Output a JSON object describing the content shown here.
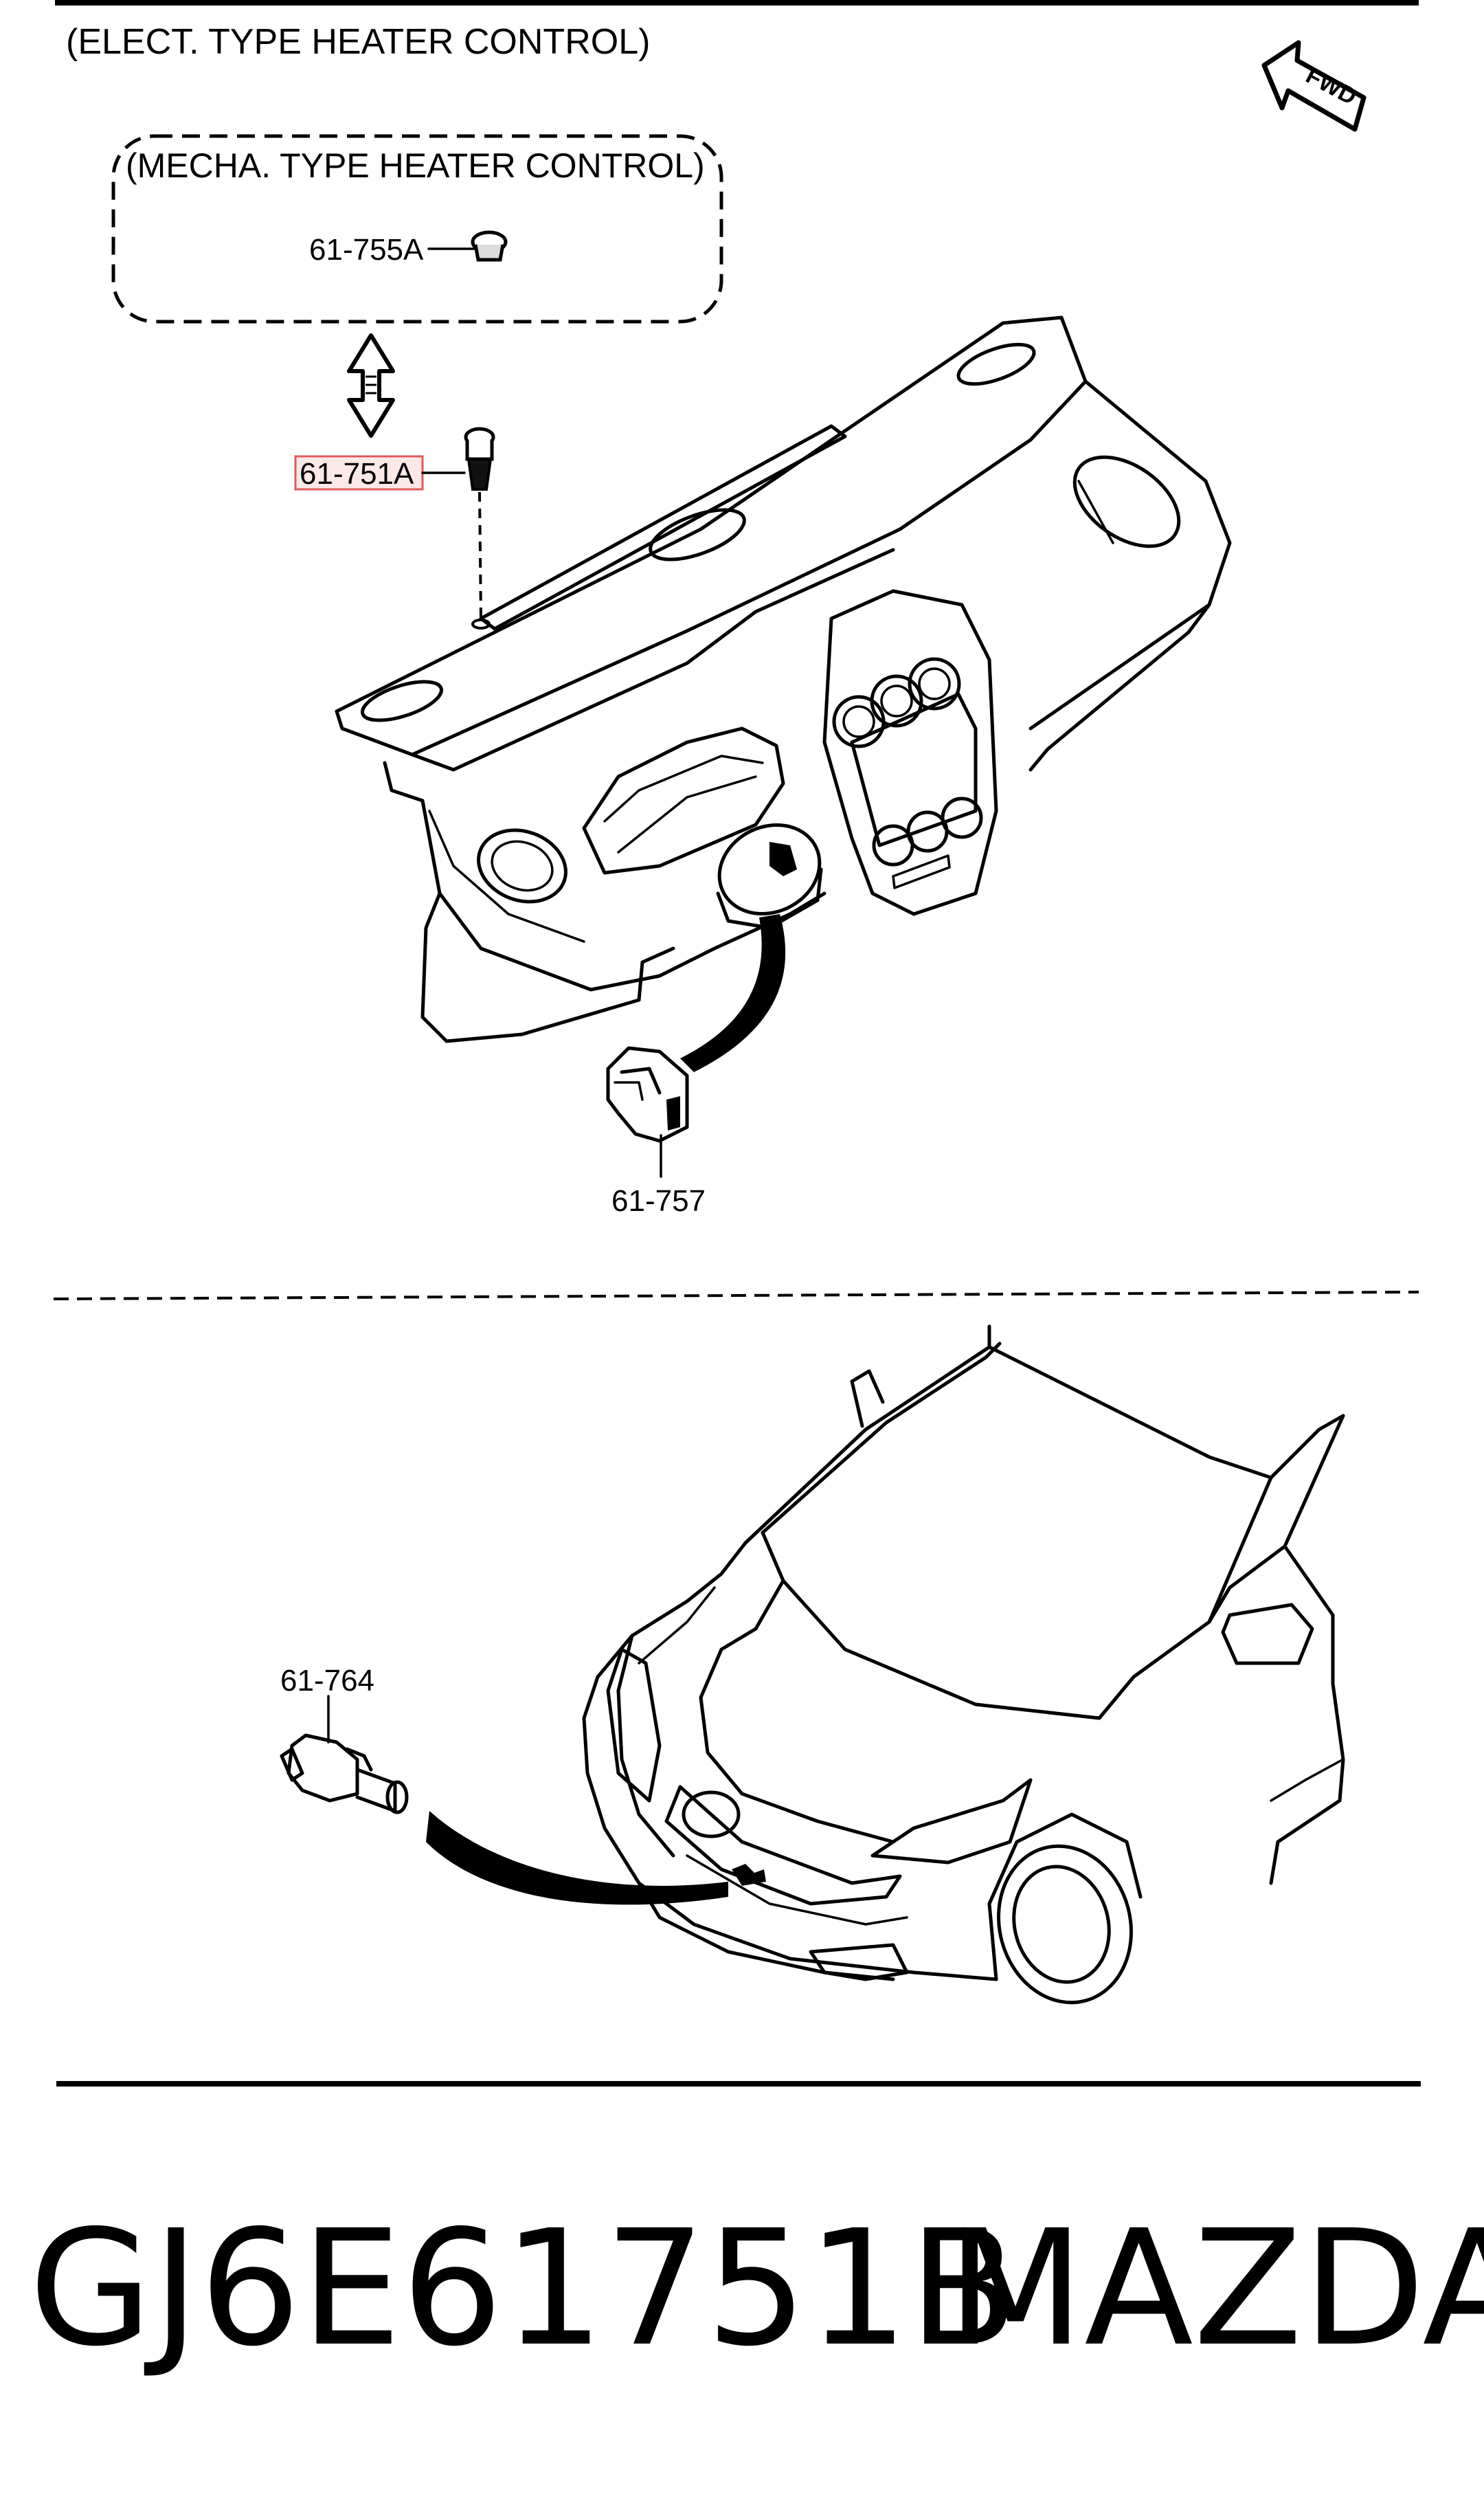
{
  "diagram": {
    "elect_title": "(ELECT. TYPE HEATER CONTROL)",
    "mecha_title": "(MECHA. TYPE HEATER CONTROL)",
    "fwd_label": "FWD",
    "parts": {
      "p755a": "61-755A",
      "p751a": "61-751A",
      "p757": "61-757",
      "p764": "61-764"
    },
    "highlight_color": "#e05a5a"
  },
  "footer": {
    "part_number": "GJ6E61751B",
    "brand": "MAZDA"
  }
}
